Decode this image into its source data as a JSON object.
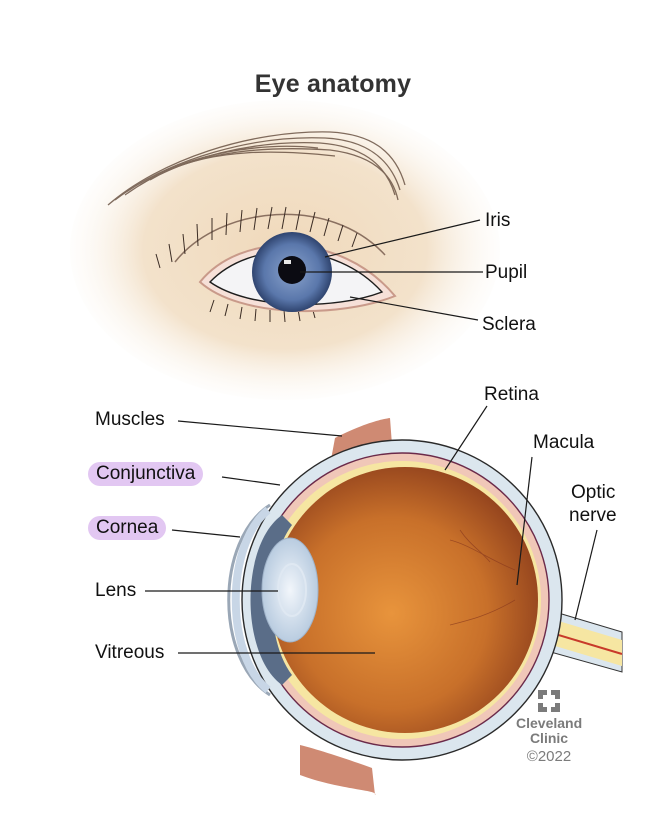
{
  "title": "Eye anatomy",
  "external_eye": {
    "labels": [
      {
        "id": "iris",
        "text": "Iris"
      },
      {
        "id": "pupil",
        "text": "Pupil"
      },
      {
        "id": "sclera",
        "text": "Sclera"
      }
    ]
  },
  "cross_section": {
    "labels": [
      {
        "id": "muscles",
        "text": "Muscles",
        "highlighted": false
      },
      {
        "id": "conjunctiva",
        "text": "Conjunctiva",
        "highlighted": true
      },
      {
        "id": "cornea",
        "text": "Cornea",
        "highlighted": true
      },
      {
        "id": "lens",
        "text": "Lens",
        "highlighted": false
      },
      {
        "id": "vitreous",
        "text": "Vitreous",
        "highlighted": false
      },
      {
        "id": "retina",
        "text": "Retina",
        "highlighted": false
      },
      {
        "id": "macula",
        "text": "Macula",
        "highlighted": false
      },
      {
        "id": "optic_nerve_line1",
        "text": "Optic",
        "highlighted": false
      },
      {
        "id": "optic_nerve_line2",
        "text": "nerve",
        "highlighted": false
      }
    ]
  },
  "credit": {
    "brand_line1": "Cleveland",
    "brand_line2": "Clinic",
    "copyright": "©2022"
  },
  "colors": {
    "highlight": "#e2c7f2",
    "iris": "#4d6a9e",
    "vitreous": "#d9822f",
    "skin": "#f1dcc0",
    "sclera_shell": "#dbe6ee"
  }
}
